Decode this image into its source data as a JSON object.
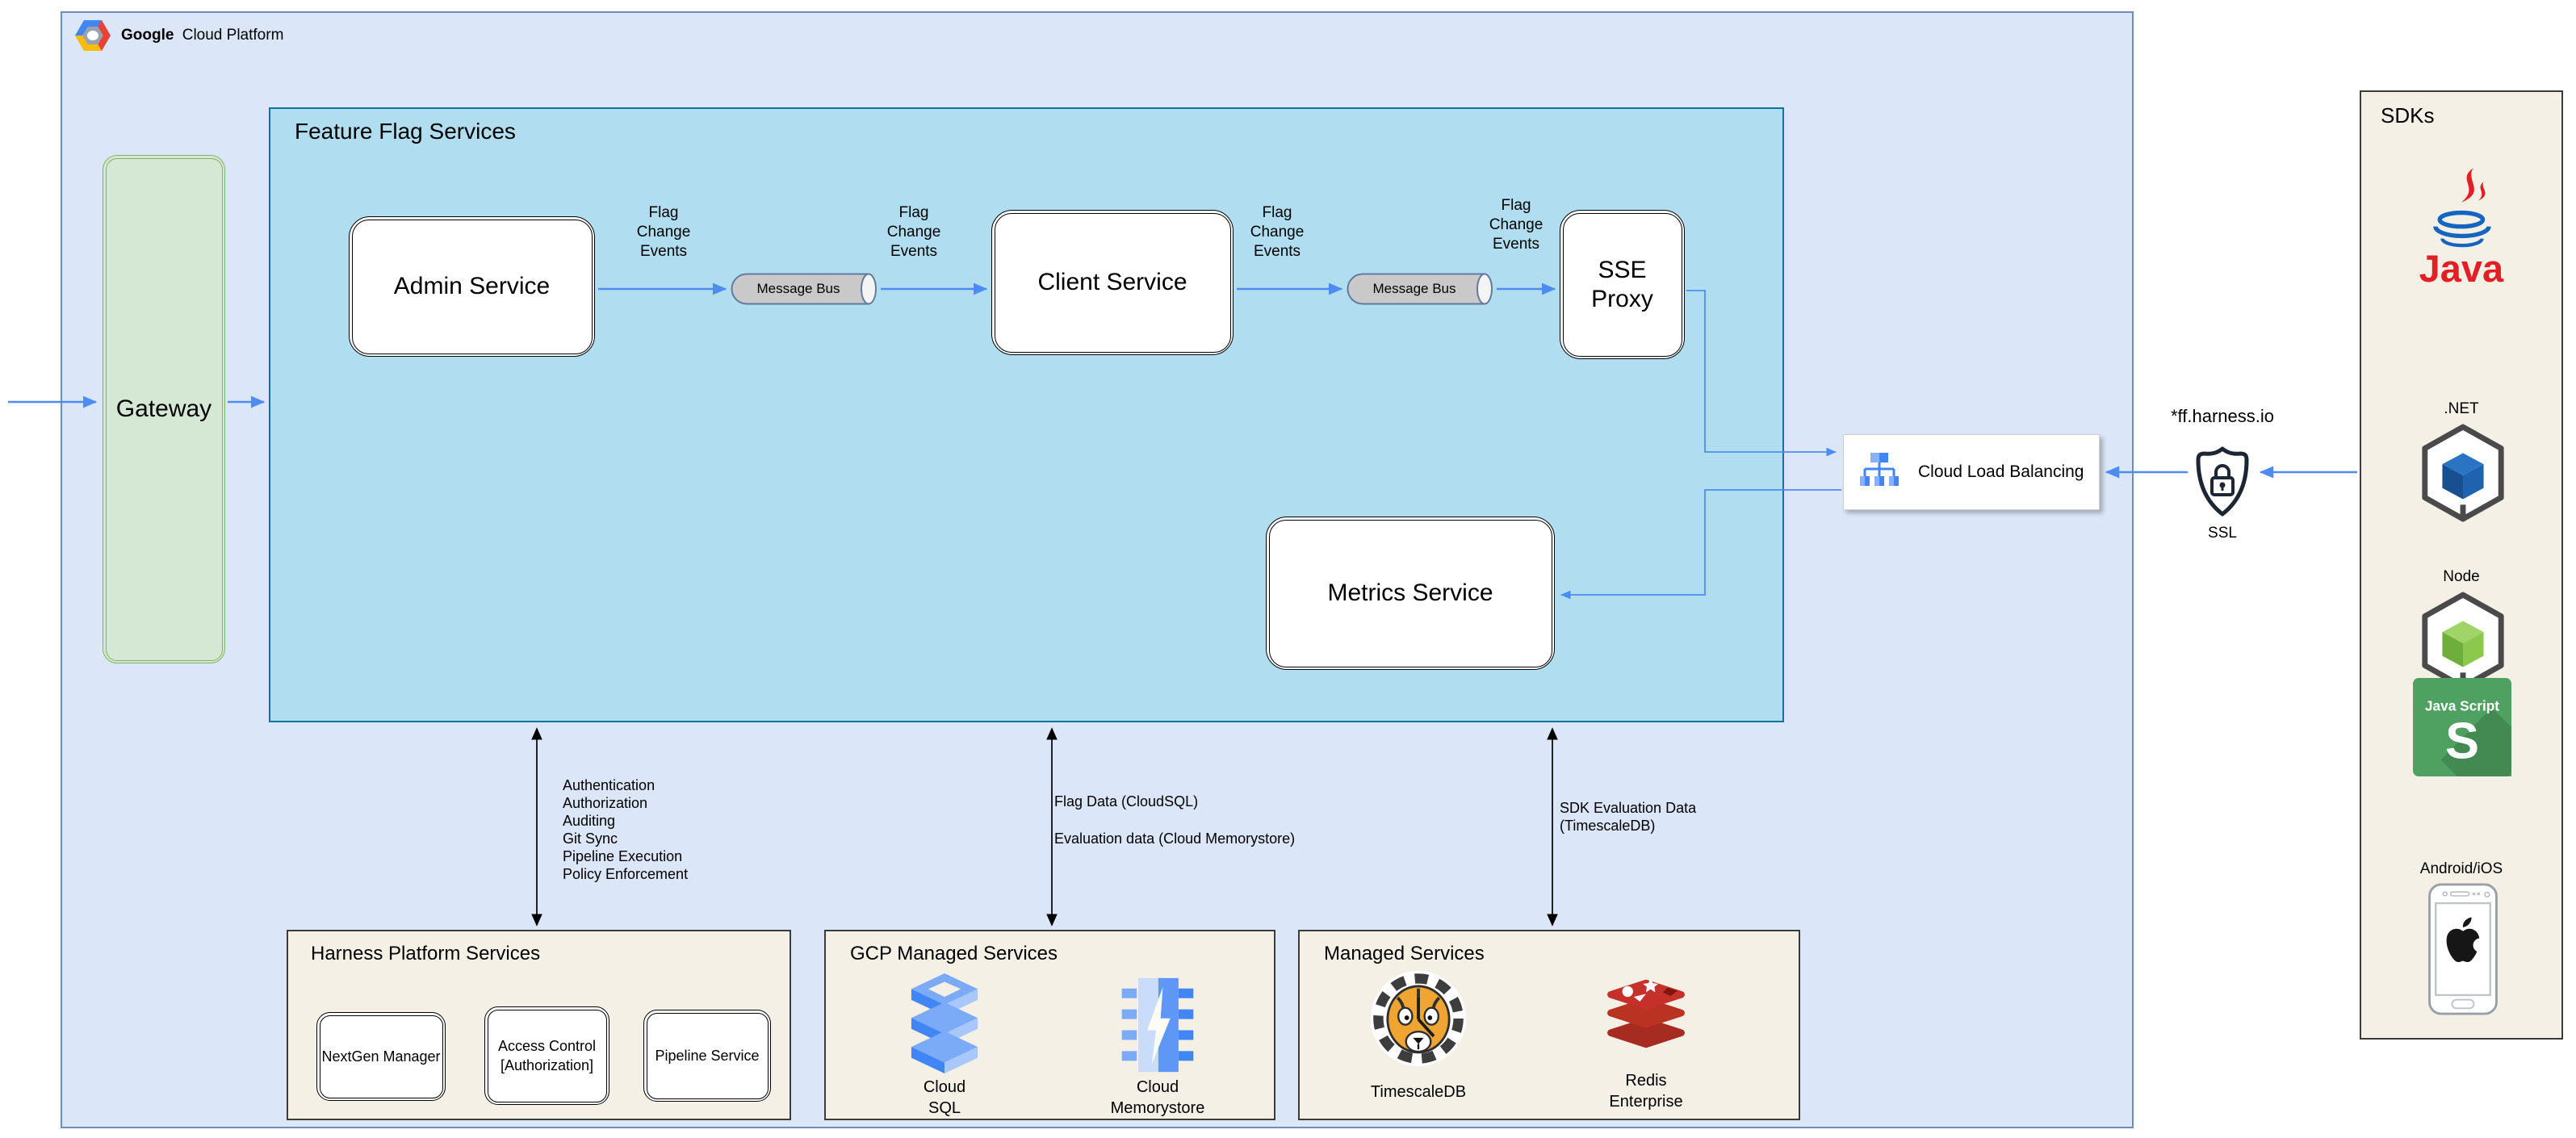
{
  "colors": {
    "outer_fill": "#dbe6f9",
    "outer_border": "#6c8ebf",
    "ffs_fill": "#b1ddf0",
    "ffs_border": "#10739e",
    "gateway_fill": "#d5e8d4",
    "gateway_border": "#82b366",
    "panel_fill": "#f4f0e6",
    "arrow_blue": "#4d8cf5",
    "gcp_blue": "#4285f4",
    "redis_red": "#c6302b",
    "timescale_orange": "#f0a432"
  },
  "header": {
    "brand_bold": "Google",
    "brand_rest": "Cloud Platform"
  },
  "gateway": {
    "label": "Gateway"
  },
  "ffs": {
    "title": "Feature Flag Services",
    "admin": "Admin Service",
    "client": "Client Service",
    "sse": "SSE\nProxy",
    "metrics": "Metrics Service",
    "message_bus": "Message Bus",
    "flag_events": "Flag\nChange\nEvents"
  },
  "clb": {
    "label": "Cloud Load Balancing"
  },
  "ssl": {
    "domain": "*ff.harness.io",
    "label": "SSL"
  },
  "annotations": {
    "platform": "Authentication\nAuthorization\nAuditing\nGit Sync\nPipeline Execution\nPolicy Enforcement",
    "flag_data": "Flag Data (CloudSQL)",
    "eval_data": "Evaluation data (Cloud Memorystore)",
    "sdk_eval": "SDK Evaluation Data\n(TimescaleDB)"
  },
  "harness": {
    "title": "Harness Platform Services",
    "nextgen": "NextGen Manager",
    "access": "Access Control\n[Authorization]",
    "pipeline": "Pipeline Service"
  },
  "gcp_managed": {
    "title": "GCP Managed Services",
    "cloud_sql": "Cloud\nSQL",
    "memorystore": "Cloud\nMemorystore"
  },
  "managed": {
    "title": "Managed Services",
    "timescaledb": "TimescaleDB",
    "redis": "Redis\nEnterprise"
  },
  "sdks": {
    "title": "SDKs",
    "java": "Java",
    "dotnet": ".NET",
    "node": "Node",
    "javascript": "Java Script",
    "js_glyph": "S",
    "android": "Android/iOS"
  }
}
